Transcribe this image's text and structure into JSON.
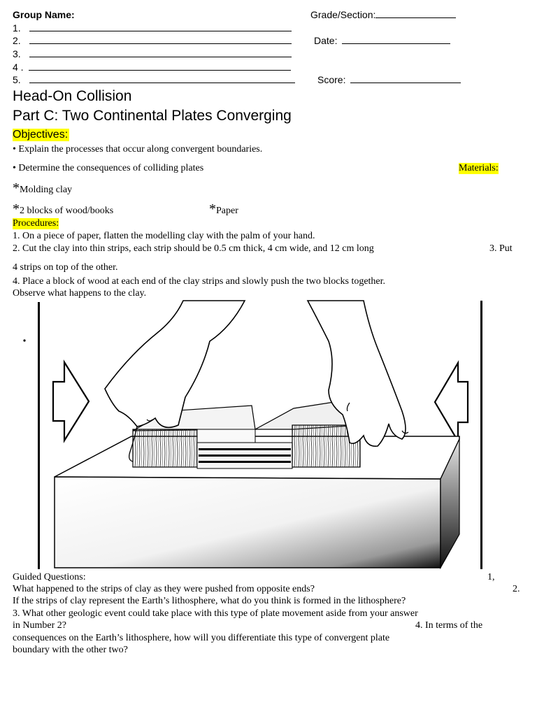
{
  "header": {
    "group_name_label": "Group Name:",
    "grade_label": "Grade/Section:",
    "date_label": "Date:",
    "score_label": "Score:",
    "member_numbers": [
      "1.",
      "2.",
      "3.",
      "4 .",
      "5."
    ]
  },
  "title": "Head-On Collision",
  "subtitle": "Part C: Two Continental Plates Converging",
  "objectives": {
    "heading": "Objectives:",
    "items": [
      "• Explain the processes that occur along convergent boundaries.",
      "• Determine the consequences of colliding plates"
    ]
  },
  "materials": {
    "heading": "Materials:",
    "bullet": "*",
    "items": [
      "Molding clay",
      "2 blocks of wood/books",
      "Paper"
    ]
  },
  "procedures": {
    "heading": "Procedures:",
    "lines": [
      "1. On a piece of paper, flatten the modelling clay with the palm of your hand.",
      "2. Cut the clay into thin strips, each strip should be 0.5 cm thick, 4 cm wide, and 12 cm long",
      "3. Put",
      "4 strips on top of the other.",
      "4. Place a block of wood at each end of the clay strips and slowly push the two blocks together.",
      "Observe what happens to the clay."
    ]
  },
  "questions": {
    "heading": "Guided Questions:",
    "lines": [
      "1,",
      "What happened to the strips of clay as they were pushed from opposite ends?",
      "2.",
      "If the strips of clay represent the Earth’s lithosphere, what do you think is formed in the lithosphere?",
      "3. What other geologic event could take place with this type of plate movement aside from your answer",
      "in Number 2?",
      "4. In terms of the",
      "consequences on the Earth’s lithosphere, how will you differentiate this type of convergent plate",
      "boundary with the other two?"
    ]
  },
  "illustration": {
    "description_icons": [
      "left-arrow-icon",
      "right-arrow-icon",
      "hand-icon"
    ]
  }
}
